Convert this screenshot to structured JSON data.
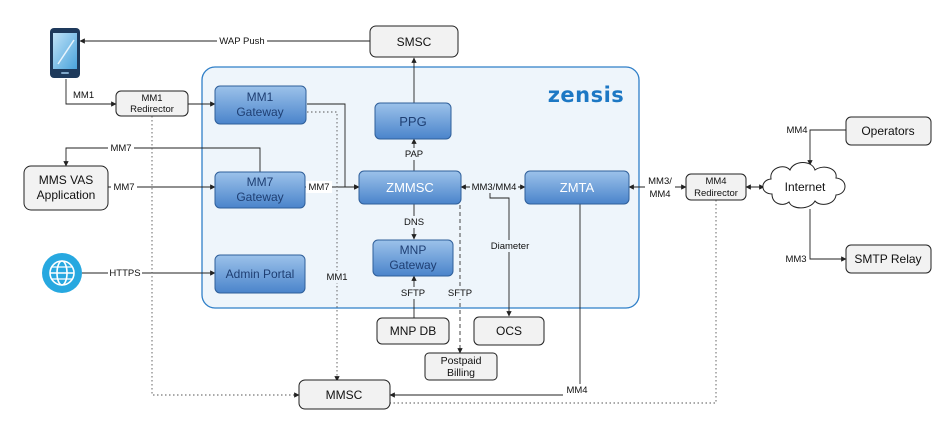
{
  "brand": {
    "logo_text": "zensis"
  },
  "nodes": {
    "smsc": "SMSC",
    "mm1_redirector": [
      "MM1",
      "Redirector"
    ],
    "mm1_gateway": [
      "MM1",
      "Gateway"
    ],
    "ppg": "PPG",
    "mms_vas": [
      "MMS VAS",
      "Application"
    ],
    "mm7_gateway": [
      "MM7",
      "Gateway"
    ],
    "zmmsc": "ZMMSC",
    "zmta": "ZMTA",
    "mm4_redirector": [
      "MM4",
      "Redirector"
    ],
    "internet": "Internet",
    "operators": "Operators",
    "smtp_relay": "SMTP Relay",
    "mnp_gateway": [
      "MNP",
      "Gateway"
    ],
    "admin_portal": "Admin Portal",
    "mnp_db": "MNP DB",
    "ocs": "OCS",
    "postpaid_billing": [
      "Postpaid",
      "Billing"
    ],
    "mmsc": "MMSC"
  },
  "edge_labels": {
    "wap_push": "WAP Push",
    "mm1_phone": "MM1",
    "mm7_upper": "MM7",
    "mm7_lower": "MM7",
    "mm7_gateway_zmmsc": "MM7",
    "pap": "PAP",
    "mm3_mm4": "MM3/MM4",
    "mm3_mm4_split": [
      "MM3/",
      "MM4"
    ],
    "mm4_operators": "MM4",
    "mm3_smtp": "MM3",
    "dns": "DNS",
    "diameter": "Diameter",
    "https": "HTTPS",
    "mm1_mmsc": "MM1",
    "sftp_mnp": "SFTP",
    "sftp_billing": "SFTP",
    "mm4_mmsc": "MM4"
  },
  "colors": {
    "region_fill": "#eef5fb",
    "region_stroke": "#2f7fc8",
    "blue_box_top": "#8fb8e6",
    "blue_box_bottom": "#4f87cc",
    "globe": "#27a8e0"
  },
  "icons": {
    "phone": "mobile-phone-icon",
    "globe": "globe-icon",
    "cloud": "cloud-icon"
  }
}
